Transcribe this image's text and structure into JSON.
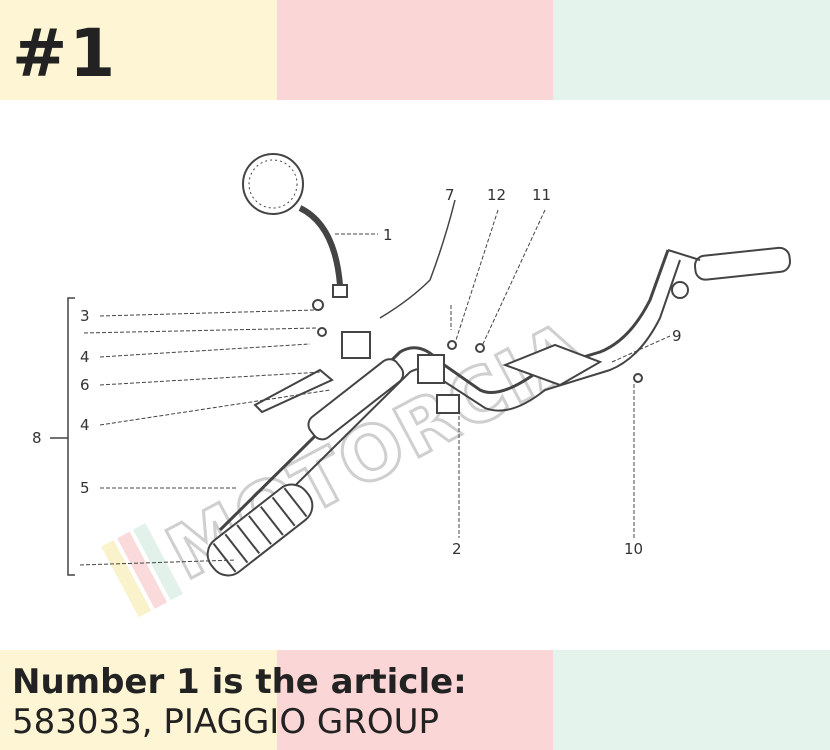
{
  "header": {
    "badge": "#1"
  },
  "diagram": {
    "labels": [
      {
        "id": "1",
        "text": "1"
      },
      {
        "id": "2",
        "text": "2"
      },
      {
        "id": "3",
        "text": "3"
      },
      {
        "id": "4a",
        "text": "4"
      },
      {
        "id": "4b",
        "text": "4"
      },
      {
        "id": "5",
        "text": "5"
      },
      {
        "id": "6",
        "text": "6"
      },
      {
        "id": "7",
        "text": "7"
      },
      {
        "id": "8",
        "text": "8"
      },
      {
        "id": "9",
        "text": "9"
      },
      {
        "id": "10",
        "text": "10"
      },
      {
        "id": "11",
        "text": "11"
      },
      {
        "id": "12",
        "text": "12"
      }
    ],
    "watermark": "MOTORCIA"
  },
  "footer": {
    "line1": "Number 1 is the article:",
    "line2": "583033, PIAGGIO GROUP"
  },
  "colors": {
    "band_yellow": "#fdf5d3",
    "band_pink": "#fbd6d6",
    "band_green": "#e4f3ec",
    "text": "#222222",
    "line": "#444444"
  }
}
